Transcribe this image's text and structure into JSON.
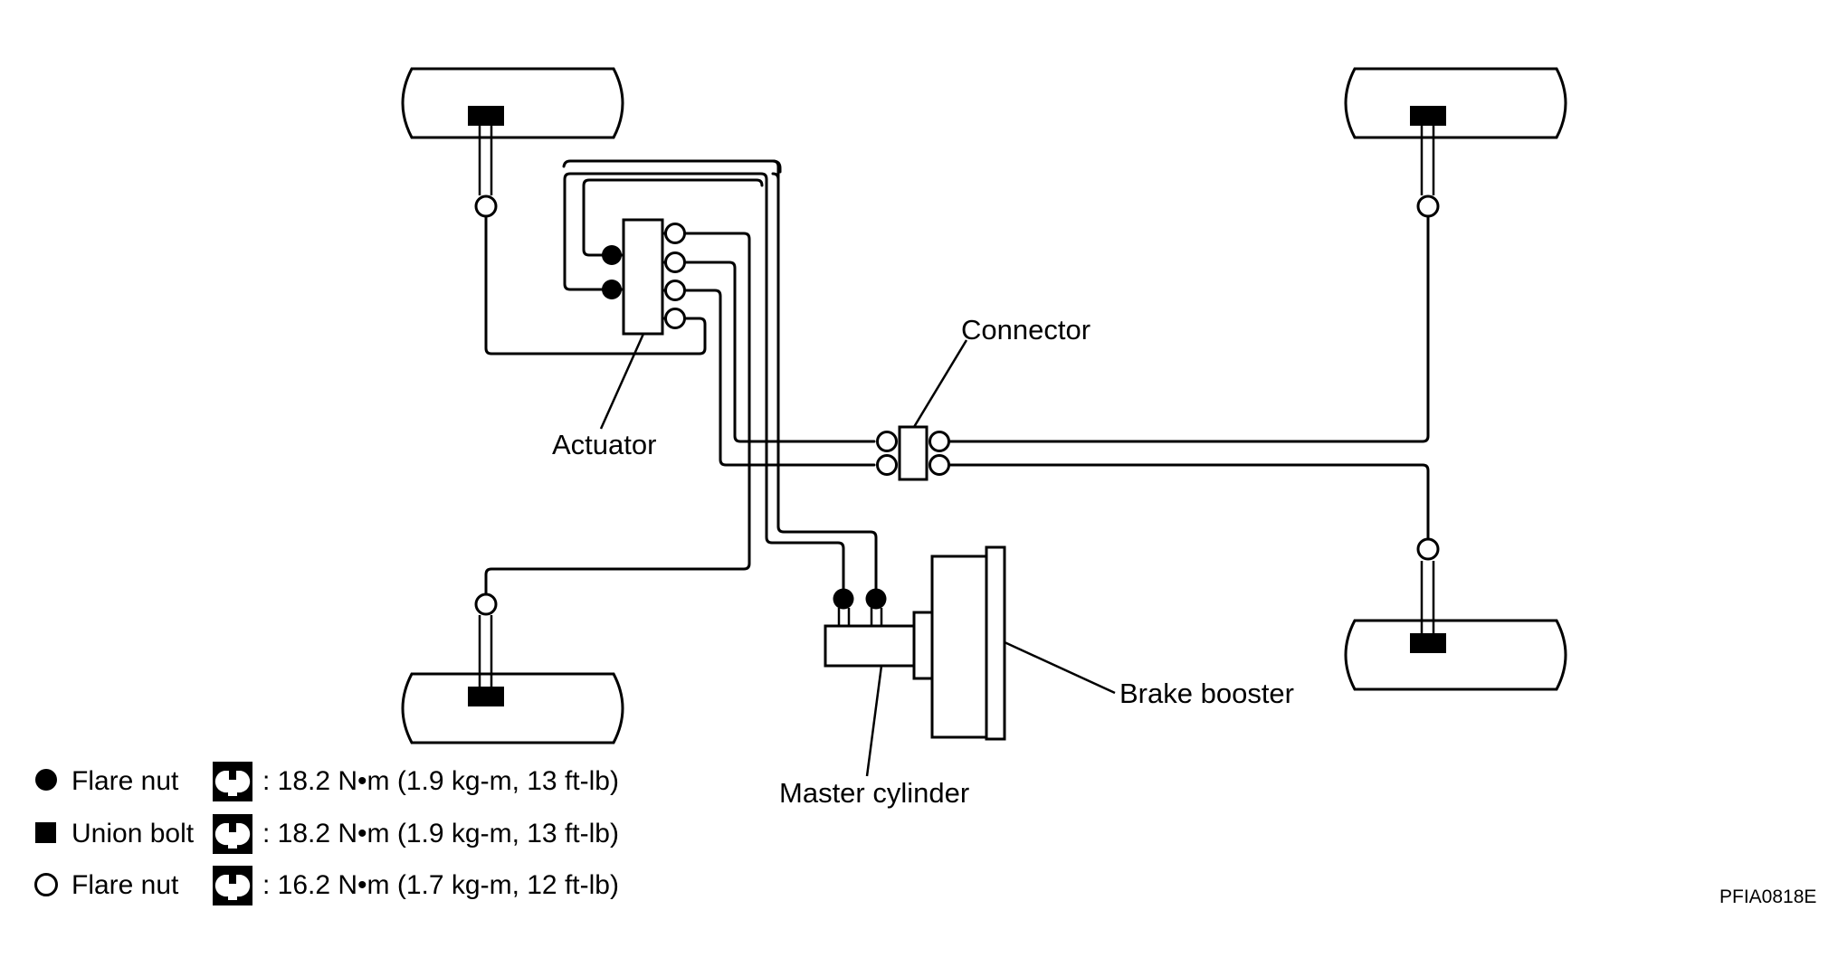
{
  "labels": {
    "actuator": "Actuator",
    "connector": "Connector",
    "brake_booster": "Brake booster",
    "master_cylinder": "Master cylinder"
  },
  "legend": [
    {
      "symbol": "filled-circle",
      "name": "Flare nut",
      "torque": ": 18.2 N•m (1.9 kg-m, 13 ft-lb)"
    },
    {
      "symbol": "filled-square",
      "name": "Union bolt",
      "torque": ": 18.2 N•m (1.9 kg-m, 13 ft-lb)"
    },
    {
      "symbol": "open-circle",
      "name": "Flare nut",
      "torque": ": 16.2 N•m (1.7 kg-m, 12 ft-lb)"
    }
  ],
  "figure_code": "PFIA0818E"
}
